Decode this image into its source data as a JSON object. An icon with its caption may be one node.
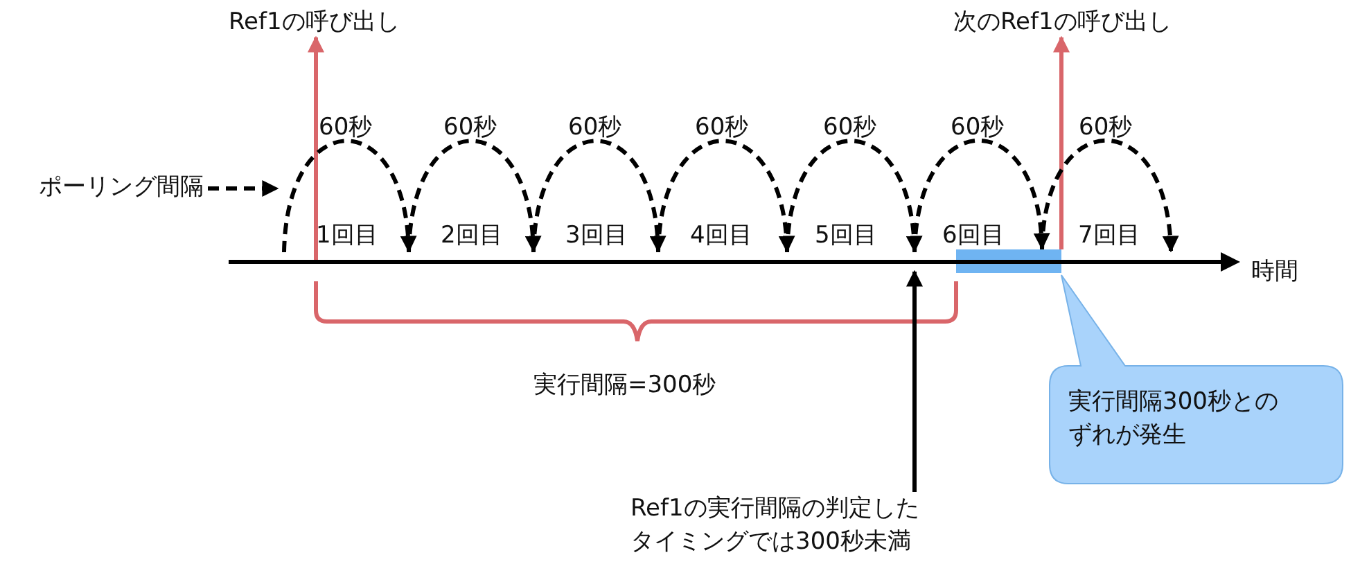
{
  "diagram": {
    "nodes": [
      {
        "text": [
          "Ref1の呼び出し"
        ]
      },
      {
        "text": [
          "次のRef1の呼び出し"
        ]
      },
      {
        "text": [
          "ポーリング間隔"
        ]
      },
      {
        "text": [
          "Ref1の実行間隔の判定したタイミングでは300秒未満"
        ]
      },
      {
        "text": [
          "実行間隔300秒とのずれが発生"
        ]
      },
      {
        "text": [],
        "shape": "bar"
      },
      {
        "text": [],
        "shape": "line",
        "beside": [
          "時間"
        ]
      }
    ],
    "edges": [
      {
        "from": 6,
        "to": 0,
        "arrow": "to",
        "color": "#d9666a"
      },
      {
        "from": 5,
        "to": 1,
        "arrow": "to",
        "color": "#d9666a"
      },
      {
        "from": 2,
        "to": null,
        "arrow": "to",
        "style": "dashed",
        "color": "#000000"
      },
      {
        "from": 3,
        "to": 6,
        "arrow": "to",
        "color": "#000000"
      },
      {
        "from": 6,
        "to": 6,
        "arrow": "to",
        "style": "dashed",
        "color": "#000000",
        "label": "60秒"
      },
      {
        "from": 6,
        "to": 6,
        "arrow": "to",
        "style": "dashed",
        "color": "#000000",
        "label": "60秒"
      },
      {
        "from": 6,
        "to": 6,
        "arrow": "to",
        "style": "dashed",
        "color": "#000000",
        "label": "60秒"
      },
      {
        "from": 6,
        "to": 6,
        "arrow": "to",
        "style": "dashed",
        "color": "#000000",
        "label": "60秒"
      },
      {
        "from": 6,
        "to": 6,
        "arrow": "to",
        "style": "dashed",
        "color": "#000000",
        "label": "60秒"
      },
      {
        "from": 6,
        "to": 5,
        "arrow": "to",
        "style": "dashed",
        "color": "#000000",
        "label": "60秒"
      },
      {
        "from": 5,
        "to": 6,
        "arrow": "to",
        "style": "dashed",
        "color": "#000000",
        "label": "60秒"
      }
    ],
    "labels": [
      "1回目",
      "2回目",
      "3回目",
      "4回目",
      "5回目",
      "6回目",
      "7回目",
      "実行間隔=300秒"
    ]
  }
}
